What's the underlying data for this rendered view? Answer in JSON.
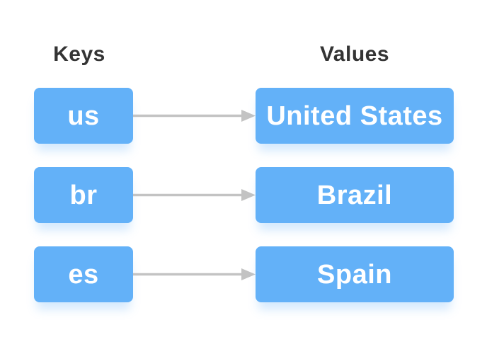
{
  "diagram": {
    "type": "key-value-mapping",
    "headers": {
      "keys": "Keys",
      "values": "Values"
    },
    "rows": [
      {
        "key": "us",
        "value": "United States"
      },
      {
        "key": "br",
        "value": "Brazil"
      },
      {
        "key": "es",
        "value": "Spain"
      }
    ]
  },
  "colors": {
    "box_fill": "#63b1f8",
    "box_text": "#ffffff",
    "arrow": "#c3c3c3",
    "header_text": "#343434",
    "background": "#ffffff"
  }
}
